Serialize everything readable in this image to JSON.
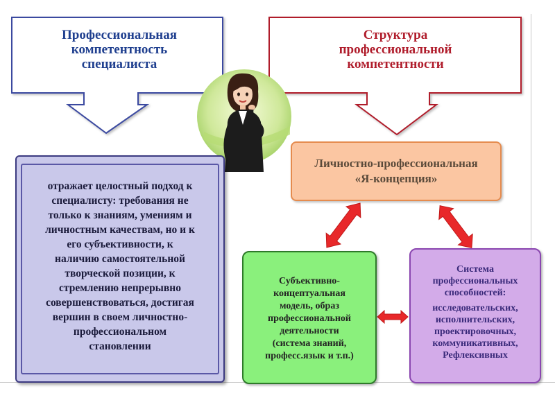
{
  "left_callout": {
    "title_lines": [
      "Профессиональная",
      "компетентность",
      "специалиста"
    ],
    "border_color": "#3b4aa0",
    "text_color": "#1f3f8f"
  },
  "right_callout": {
    "title_lines": [
      "Структура",
      "профессиональной",
      "компетентности"
    ],
    "border_color": "#b01d2c",
    "text_color": "#b01d2c"
  },
  "description": {
    "lines": [
      "отражает целостный подход к",
      "специалисту: требования не",
      "только к знаниям, умениям и",
      "личностным качествам, но и к",
      "его субъективности, к",
      "наличию самостоятельной",
      "творческой позиции, к",
      "стремлению непрерывно",
      "совершенствоваться, достигая",
      "вершин в своем личностно-",
      "профессиональном",
      "становлении"
    ]
  },
  "concept_box": {
    "lines": [
      "Личностно-профессиональная",
      "«Я-концепция»"
    ]
  },
  "model_box": {
    "lines": [
      "Субъективно-",
      "концептуальная",
      "модель, образ",
      "профессиональной",
      "деятельности",
      "(система знаний,",
      "професс.язык и т.п.)"
    ]
  },
  "abilities_box": {
    "lines": [
      "Система",
      "профессиональных",
      "способностей:",
      "исследовательских,",
      "исполнительских,",
      "проектировочных,",
      "коммуникативных,",
      "Рефлексивных"
    ]
  },
  "colors": {
    "arrow_red": "#e8282a",
    "description_fill": "#c9c8ea",
    "concept_fill": "#fbc6a2",
    "model_fill": "#8af07c",
    "abilities_fill": "#d3abe9"
  },
  "icons": {
    "avatar": "businesswoman-illustration"
  }
}
